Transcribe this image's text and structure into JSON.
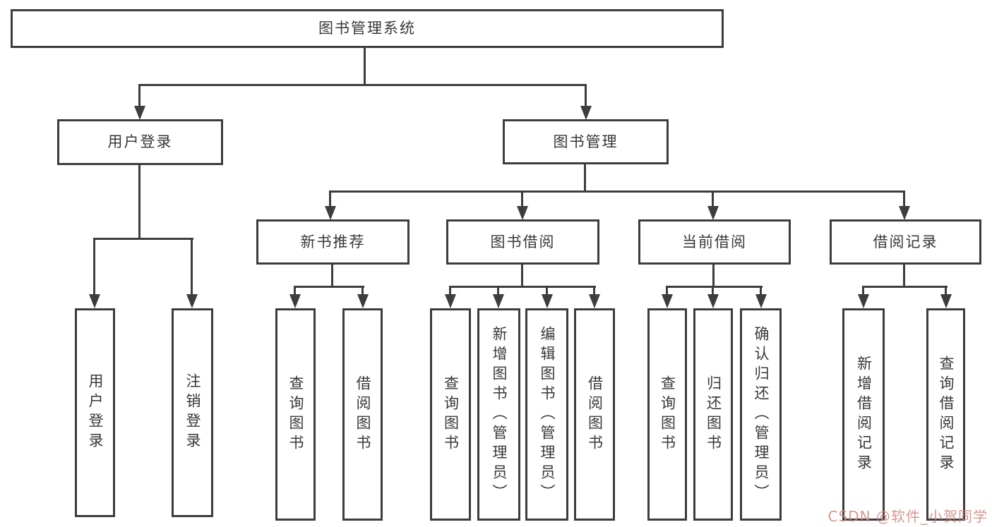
{
  "diagram": {
    "title": "图书管理系统",
    "type": "hierarchy-tree",
    "colors": {
      "line": "#3d3d3d",
      "box_border": "#3d3d3d",
      "text": "#383838",
      "background": "#ffffff",
      "watermark": "#cf867c"
    },
    "nodes": {
      "root": "图书管理系统",
      "user-login": "用户登录",
      "book-mgmt": "图书管理",
      "new-book-rec": "新书推荐",
      "book-borrow": "图书借阅",
      "current-borrow": "当前借阅",
      "borrow-records": "借阅记录",
      "user-login-item": "用户登录",
      "logout-item": "注销登录",
      "nb-query-book": "查询图书",
      "nb-borrow-book": "借阅图书",
      "bb-query-book": "查询图书",
      "bb-add-book": "新增图书（管理员）",
      "bb-edit-book": "编辑图书（管理员）",
      "bb-borrow-book": "借阅图书",
      "cb-query-book": "查询图书",
      "cb-return-book": "归还图书",
      "cb-confirm-return": "确认归还（管理员）",
      "br-add-record": "新增借阅记录",
      "br-query-record": "查询借阅记录"
    },
    "edges": [
      [
        "root",
        "user-login"
      ],
      [
        "root",
        "book-mgmt"
      ],
      [
        "user-login",
        "user-login-item"
      ],
      [
        "user-login",
        "logout-item"
      ],
      [
        "book-mgmt",
        "new-book-rec"
      ],
      [
        "book-mgmt",
        "book-borrow"
      ],
      [
        "book-mgmt",
        "current-borrow"
      ],
      [
        "book-mgmt",
        "borrow-records"
      ],
      [
        "new-book-rec",
        "nb-query-book"
      ],
      [
        "new-book-rec",
        "nb-borrow-book"
      ],
      [
        "book-borrow",
        "bb-query-book"
      ],
      [
        "book-borrow",
        "bb-add-book"
      ],
      [
        "book-borrow",
        "bb-edit-book"
      ],
      [
        "book-borrow",
        "bb-borrow-book"
      ],
      [
        "current-borrow",
        "cb-query-book"
      ],
      [
        "current-borrow",
        "cb-return-book"
      ],
      [
        "current-borrow",
        "cb-confirm-return"
      ],
      [
        "borrow-records",
        "br-add-record"
      ],
      [
        "borrow-records",
        "br-query-record"
      ]
    ]
  },
  "watermark": {
    "text": "CSDN @软件_小贺同学"
  }
}
